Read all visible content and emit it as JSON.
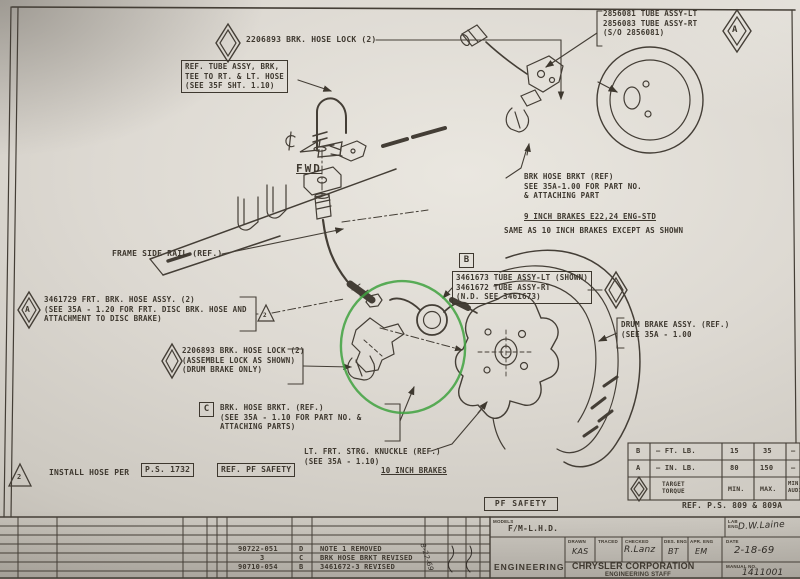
{
  "colors": {
    "paper": "#ddd9d2",
    "ink": "#3e382f",
    "annotation_green": "#3fa23f"
  },
  "icons": {
    "centerline": "centerline-icon",
    "fwd_arrow": "fwd-arrow-icon",
    "diamond_marker": "diamond-icon",
    "triangle_note_marker": "triangle-icon"
  },
  "callouts": {
    "tube_assy_top": "2856081 TUBE ASSY-LT\n2856083 TUBE ASSY-RT\n(S/O 2856081)",
    "hose_lock_top": "2206893 BRK. HOSE LOCK (2)",
    "ref_tube_assy": "REF. TUBE ASSY, BRK,\nTEE TO RT. & LT. HOSE\n(SEE 35F SHT. 1.10)",
    "fwd": "FWD",
    "frame_side_rail": "FRAME SIDE RAIL (REF.)",
    "frt_brk_hose": "3461729 FRT. BRK. HOSE ASSY. (2)\n(SEE 35A - 1.20 FOR FRT. DISC BRK. HOSE AND\nATTACHMENT TO DISC BRAKE)",
    "hose_lock_mid": "2206893 BRK. HOSE LOCK (2)\n(ASSEMBLE LOCK AS SHOWN)\n(DRUM BRAKE ONLY)",
    "section_b": "B",
    "tube_assy_b": "3461673 TUBE ASSY-LT (SHOWN)\n3461672 TUBE ASSY-RT\n(N.D. SEE 3461673)",
    "brk_hose_brkt_top": "BRK HOSE BRKT (REF)\nSEE 35A-1.00 FOR PART NO.\n& ATTACHING PART",
    "nine_inch_title": "9 INCH BRAKES E22,24 ENG-STD",
    "nine_inch_note": "SAME AS 10 INCH BRAKES EXCEPT AS SHOWN",
    "drum_brake": "DRUM BRAKE ASSY. (REF.)\n(SEE 35A - 1.00",
    "section_c": "C",
    "brk_hose_brkt_c": "BRK. HOSE BRKT. (REF.)\n(SEE 35A - 1.10 FOR PART NO. &\nATTACHING PARTS)",
    "knuckle": "LT. FRT. STRG. KNUCKLE (REF.)\n(SEE 35A - 1.10)",
    "ten_inch_title": "10 INCH BRAKES",
    "install_prefix": "INSTALL HOSE PER",
    "install_ps": "P.S. 1732",
    "install_ref": "REF. PF SAFETY",
    "note_triangle": "2",
    "diamond_a": "A"
  },
  "torque_table": {
    "rows": [
      {
        "key": "B",
        "label": "— FT. LB.",
        "min": "15",
        "max": "35",
        "extra": "—"
      },
      {
        "key": "A",
        "label": "— IN. LB.",
        "min": "80",
        "max": "150",
        "extra": "—"
      }
    ],
    "target_label": "TARGET\nTORQUE",
    "min_label": "MIN.",
    "max_label": "MAX.",
    "audit_label": "MIN.\nAUDIT",
    "ref": "REF. P.S. 809 & 809A",
    "pf_safety": "PF SAFETY"
  },
  "title_block": {
    "models_label": "MODELS",
    "models": "F/M-L.H.D.",
    "drawn_label": "DRAWN",
    "drawn": "KAS",
    "traced_label": "TRACED",
    "checked_label": "CHECKED",
    "checked": "R.Lanz",
    "des_eng_label": "DES. ENG",
    "des_eng": "BT",
    "apr_eng_label": "APR. ENG",
    "apr_eng": "EM",
    "date_label": "DATE",
    "date": "2-18-69",
    "lab_label": "LAB\nENG",
    "lab": "D.W.Laine",
    "engineering": "ENGINEERING",
    "company": "CHRYSLER CORPORATION",
    "staff": "ENGINEERING STAFF",
    "manual_label": "MANUAL NO.",
    "manual": "1411001"
  },
  "revisions": [
    {
      "num": "90722-051",
      "ltr": "D",
      "desc": "NOTE 1 REMOVED"
    },
    {
      "num": "3",
      "ltr": "C",
      "desc": "BRK HOSE BRKT REVISED"
    },
    {
      "num": "90710-054",
      "ltr": "B",
      "desc": "3461672-3 REVISED"
    }
  ],
  "rev_mark": "8-22-69"
}
